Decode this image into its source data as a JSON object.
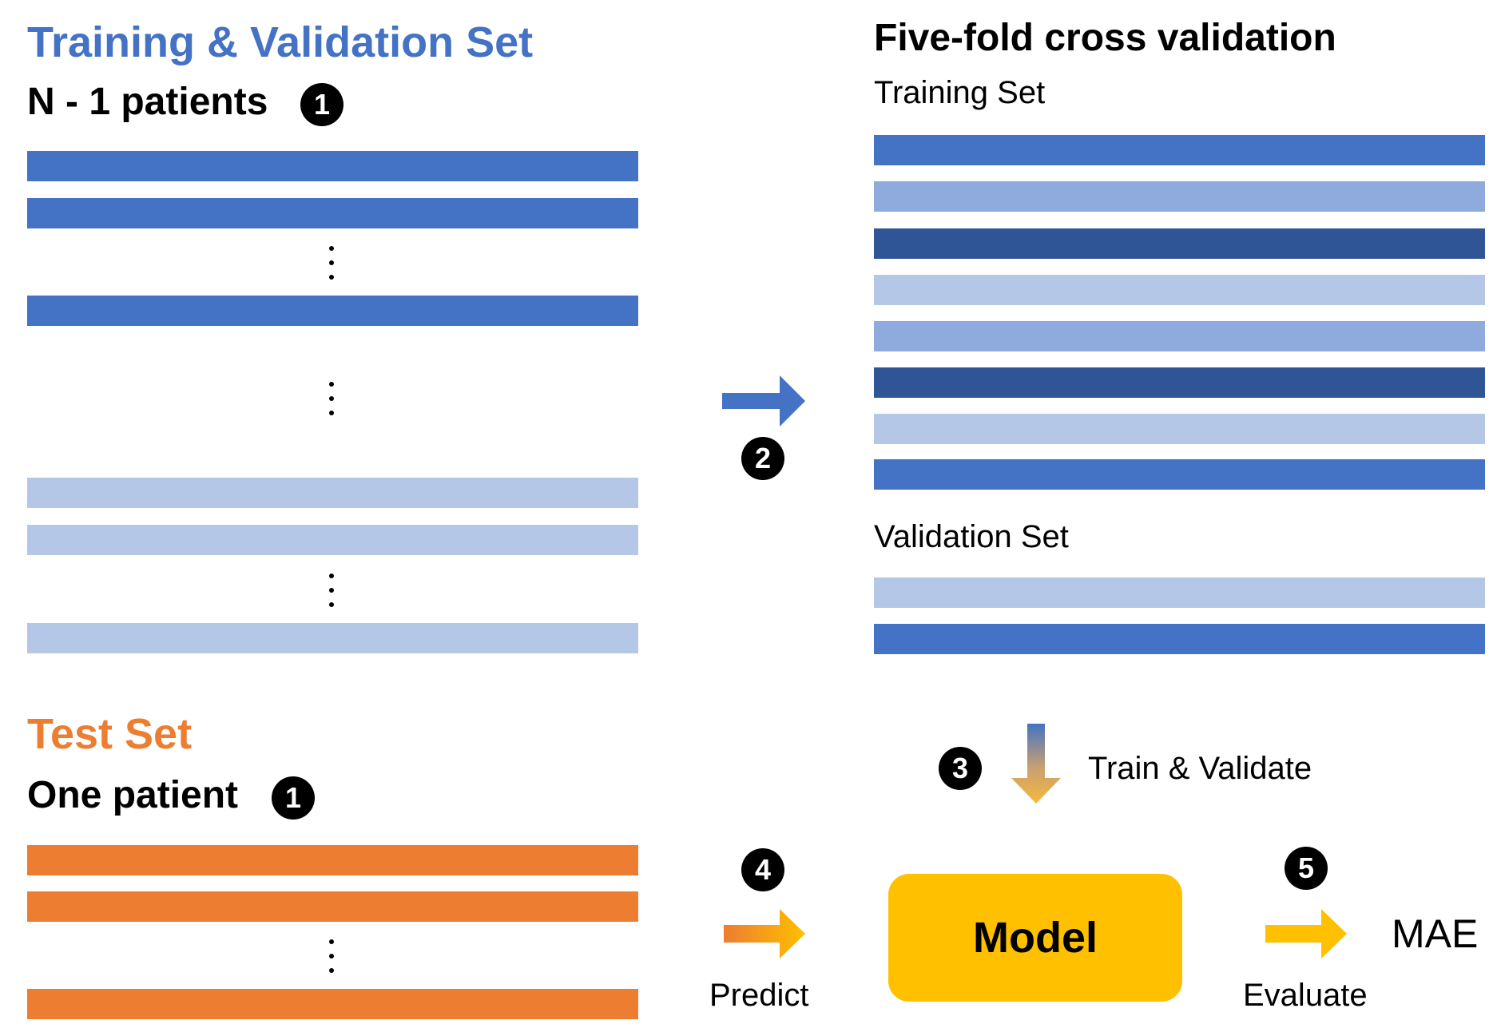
{
  "left": {
    "train_val_title": "Training & Validation Set",
    "train_val_subtitle": "N - 1 patients",
    "test_title": "Test Set",
    "test_subtitle": "One patient"
  },
  "right": {
    "cv_title": "Five-fold cross validation",
    "training_label": "Training Set",
    "validation_label": "Validation Set"
  },
  "steps": {
    "step1": "1",
    "step2": "2",
    "step3": "3",
    "step4": "4",
    "step5": "5",
    "train_validate": "Train & Validate",
    "predict": "Predict",
    "evaluate": "Evaluate",
    "model": "Model",
    "mae": "MAE"
  },
  "colors": {
    "blue": "#4472C4",
    "light_blue": "#B4C7E7",
    "mid_blue": "#8FAADC",
    "dark_blue": "#2F5597",
    "orange": "#ED7D31",
    "yellow": "#FFC000",
    "yellow_light": "#F5B83D"
  }
}
